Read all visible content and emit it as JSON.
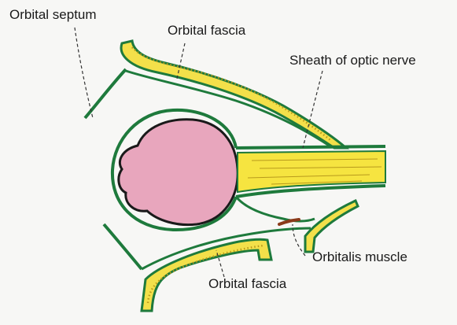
{
  "labels": {
    "orbital_septum": "Orbital septum",
    "orbital_fascia_top": "Orbital fascia",
    "sheath_optic_nerve": "Sheath of optic nerve",
    "orbitalis_muscle": "Orbitalis muscle",
    "orbital_fascia_bottom": "Orbital fascia"
  },
  "colors": {
    "fascia_green": "#1e7a3c",
    "periosteum_yellow": "#f3e04a",
    "bone_dots": "#b89a1c",
    "eyeball_pink": "#e8a6bd",
    "eyeball_outline": "#1a1a1a",
    "optic_nerve_yellow": "#f6e440",
    "orbitalis_brown": "#8b3a1a",
    "leader_line": "#333333"
  }
}
